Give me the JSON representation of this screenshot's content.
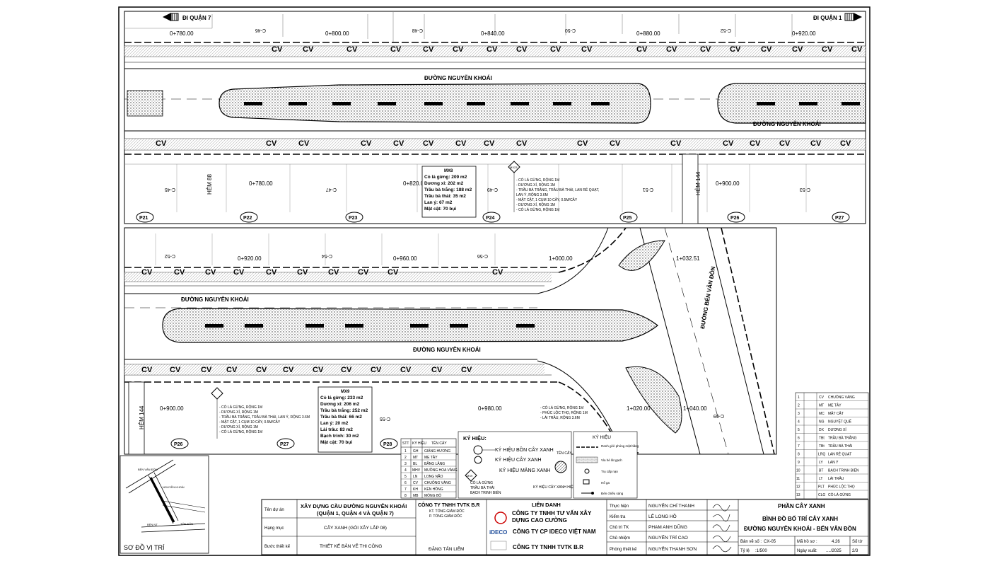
{
  "top_panel": {
    "direction_left": "ĐI QUẬN 7",
    "direction_right": "ĐI QUẬN 1",
    "stations_top": [
      "0+780.00",
      "0+800.00",
      "0+840.00",
      "0+880.00",
      "0+920.00"
    ],
    "lot_labels_top": [
      "C-46",
      "C-48",
      "C-50",
      "C-52"
    ],
    "hem_label": "HẺM 88",
    "street_name": "ĐƯỜNG NGUYỄN KHOÁI",
    "lower_lot_labels": [
      "C-45",
      "C-47",
      "C-49",
      "C-51",
      "C-53"
    ],
    "lower_stations": [
      "0+780.00",
      "0+820.0",
      "0+900.00"
    ],
    "hem_right": "HẺM 144",
    "p_labels": [
      "P21",
      "P22",
      "P23",
      "P24",
      "P25",
      "P26",
      "P27"
    ],
    "mx8": {
      "title": "MX8",
      "lines": [
        "Cỏ lá gừng: 209 m2",
        "Dương xỉ: 202 m2",
        "Trầu bà trắng: 188 m2",
        "Trầu bà thái: 35 m2",
        "Lan ý: 67 m2",
        "Mật cật: 70 bụi"
      ]
    },
    "mx23": {
      "title": "MX23",
      "lines": [
        "- CỎ LÁ GỪNG, RỘNG 1M",
        "- DƯƠNG XỈ, RỘNG 1M",
        "- TRẦU BÀ TRẮNG, TRẦU BÀ THÁI, LAN RẺ QUẠT,",
        "  LAN Ý, RỘNG 3.6M",
        "- MẬT CẬT, 1 CỤM 10 CÂY, 0.5M/CÂY",
        "- DƯƠNG XỈ, RỘNG 1M",
        "- CỎ LÁ GỪNG, RỘNG 1M"
      ]
    }
  },
  "bottom_panel": {
    "stations": [
      "0+920.00",
      "0+960.00",
      "1+000.00",
      "1+032.51",
      "0+900.00",
      "0+980.00",
      "1+020.00",
      "1+040.00"
    ],
    "lot_labels": [
      "C-52",
      "C-54",
      "C-56",
      "C-55",
      "C-69"
    ],
    "street_name": "ĐƯỜNG NGUYỄN KHOÁI",
    "ben_van_don": "ĐƯỜNG BẾN VÂN ĐỒN",
    "hem_label": "HẺM 144",
    "p_labels": [
      "P26",
      "P27",
      "P28"
    ],
    "mx9": {
      "title": "MX9",
      "lines": [
        "Cỏ lá gừng: 233 m2",
        "Dương xỉ: 206 m2",
        "Trầu bà trắng: 252 m2",
        "Trầu bà thái: 66 m2",
        "Lan ý: 20 m2",
        "Lài trâu: 83 m2",
        "Bạch trinh: 30 m2",
        "Mật cật: 70 bụi"
      ]
    },
    "mx9_notes": [
      "- CỎ LÁ GỪNG, RỘNG 1M",
      "- DƯƠNG XỈ, RỘNG 1M",
      "- TRẦU BÀ TRẮNG, TRẦU BÀ THÁI, LAN Ý, RỘNG 3.6M",
      "- MẬT CẬT, 1 CỤM 10 CÂY, 0.5M/CÂY",
      "- DƯƠNG XỈ, RỘNG 1M",
      "- CỎ LÁ GỪNG, RỘNG 1M"
    ],
    "right_notes": [
      "- CỎ LÁ GỪNG, RỘNG 1M",
      "- PHÚC LỘC THỌ, RỘNG 1M",
      "- LÀI TRÂU, RỘNG 3.6M"
    ]
  },
  "species_table": {
    "headers": [
      "STT",
      "KÝ HIỆU",
      "TÊN CÂY"
    ],
    "rows": [
      [
        "1",
        "GH",
        "GIẢNG HƯƠNG"
      ],
      [
        "2",
        "MT",
        "ME TÂY"
      ],
      [
        "3",
        "BL",
        "BẰNG LĂNG"
      ],
      [
        "4",
        "MHV",
        "MUỒNG HOA VÀNG"
      ],
      [
        "5",
        "LN",
        "LONG NÃO"
      ],
      [
        "6",
        "CV",
        "CHUÔNG VÀNG"
      ],
      [
        "7",
        "KH",
        "KÈN HỒNG"
      ],
      [
        "8",
        "MB",
        "MÓNG BÒ"
      ]
    ]
  },
  "ky_hieu": {
    "title": "KÝ HIỆU:",
    "items": [
      "KÝ HIỆU BỒN CÂY XANH",
      "KÝ HIỆU CÂY XANH",
      "KÝ HIỆU MẢNG XANH"
    ],
    "ten_cay": "TÊN CÂY",
    "mang_xanh": [
      "CỎ LÁ GỪNG",
      "TRẦU BÀ THÁI",
      "BẠCH TRINH BIỂN"
    ],
    "cay_xanh_hien_huu": "KÝ HIỆU CÂY XANH HIỆN HỮU",
    "mx_code": "MX9"
  },
  "legend_small": {
    "title": "KÝ HIỆU",
    "items": [
      "Ranh giới phóng mặt bằng",
      "Vỉa hè lát gạch",
      "Trụ cấp nạn",
      "Hố ga",
      "Đèn chiếu sáng"
    ]
  },
  "species_legend": [
    [
      "1",
      "CV",
      "CHUÔNG VÀNG"
    ],
    [
      "2",
      "MT",
      "ME TÂY"
    ],
    [
      "3",
      "MC",
      "MẬT CẬT"
    ],
    [
      "4",
      "NG",
      "NGUYỆT QUẾ"
    ],
    [
      "5",
      "DX",
      "DƯƠNG XỈ"
    ],
    [
      "6",
      "TBt",
      "TRẦU BÀ TRẮNG"
    ],
    [
      "7",
      "TBt",
      "TRẦU BÀ THÁI"
    ],
    [
      "8",
      "LRQ",
      "LAN RẺ QUẠT"
    ],
    [
      "9",
      "LY",
      "LAN Ý"
    ],
    [
      "10",
      "BT",
      "BẠCH TRINH BIỂN"
    ],
    [
      "11",
      "LT",
      "LÀI TRÂU"
    ],
    [
      "12",
      "PLT",
      "PHÚC LỘC THỌ"
    ],
    [
      "13",
      "CLG",
      "CỎ LÁ GỪNG"
    ]
  ],
  "location_map": {
    "title": "SƠ ĐỒ VỊ TRÍ",
    "labels": [
      "BẾN VÂN ĐỒN",
      "NGUYỄN KHOÁI",
      "BẾN NT",
      "TÔN ĐẢN"
    ]
  },
  "title_block": {
    "ten_du_an_label": "Tên dự án",
    "ten_du_an": [
      "XÂY DỰNG CẦU ĐƯỜNG NGUYỄN KHOÁI",
      "(QUẬN 1, QUẬN 4 VÀ QUẬN 7)"
    ],
    "hang_muc_label": "Hạng mục",
    "hang_muc": "CÂY XANH (GÓI XÂY LẮP 08)",
    "buoc_label": "Bước thiết kế",
    "buoc": "THIẾT KẾ BẢN VẼ THI CÔNG",
    "company_br": [
      "CÔNG TY TNHH TVTK B.R",
      "KT. TỔNG GIÁM ĐỐC",
      "P. TỔNG GIÁM ĐỐC"
    ],
    "signer": "ĐẶNG TẤN LIÊM",
    "lien_danh": "LIÊN DANH",
    "cao_cuong": [
      "CÔNG TY TNHH TƯ VẤN XÂY",
      "DỰNG CAO CƯỜNG"
    ],
    "ideco": "CÔNG TY CP IDECO VIỆT NAM",
    "br": "CÔNG TY TNHH TVTK B.R",
    "ideco_logo": "iDECO",
    "roles": [
      "Thực hiện",
      "Kiểm tra",
      "Chủ trì TK",
      "Chủ nhiệm",
      "Phòng thiết kế"
    ],
    "names": [
      "NGUYỄN CHÍ THANH",
      "LÊ LONG HỒ",
      "PHẠM ANH DŨNG",
      "NGUYỄN TRÍ CAO",
      "NGUYỄN THANH SƠN"
    ],
    "phan": "PHẦN CÂY XANH",
    "sheet_title": [
      "BÌNH ĐỒ BỐ TRÍ CÂY XANH",
      "ĐƯỜNG NGUYỄN KHOÁI - BẾN VÂN ĐỒN"
    ],
    "ban_ve_so_label": "Bản vẽ số :",
    "ban_ve_so": "CX-05",
    "ma_ho_so_label": "Mã hồ sơ :",
    "ma_ho_so": "4.26",
    "so_to_label": "Số tờ",
    "ty_le_label": "Tỷ lệ",
    "ty_le": ":1/500",
    "ngay_xuat_label": "Ngày xuất:",
    "ngay_xuat": "..../2025",
    "so_to": "2/3"
  },
  "colors": {
    "line": "#000000",
    "fill_gray": "#cfcfcf",
    "dash": "#111111"
  }
}
